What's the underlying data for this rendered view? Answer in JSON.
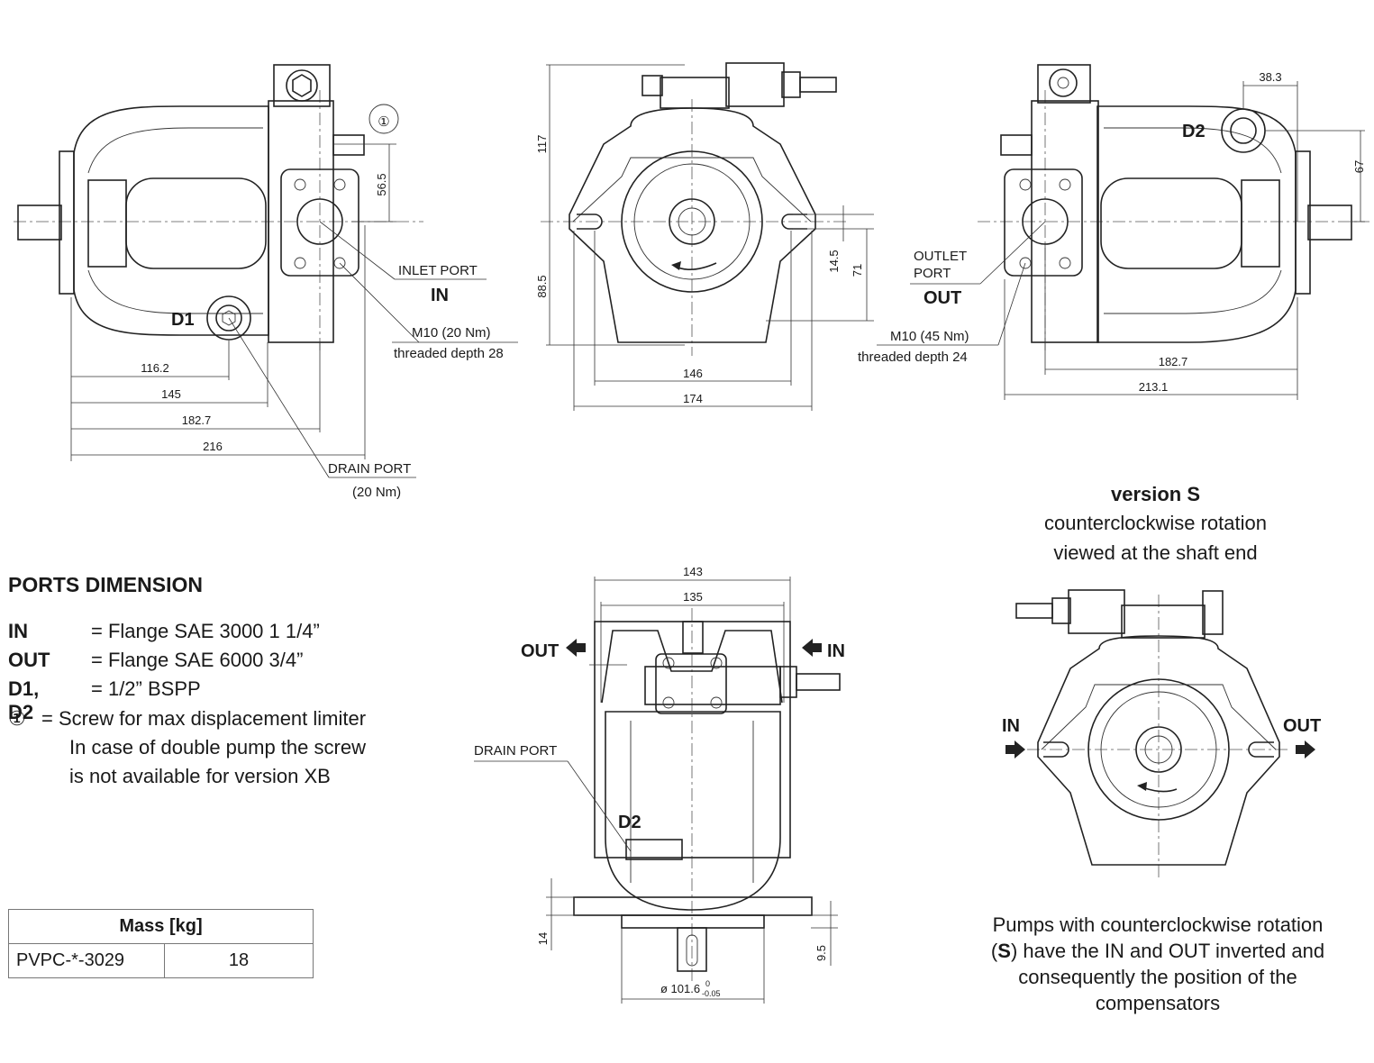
{
  "side_view_left": {
    "callout_number": "①",
    "d1_label": "D1",
    "inlet_label": "INLET PORT",
    "inlet_code": "IN",
    "bolt_note": "M10 (20 Nm)",
    "bolt_depth": "threaded depth 28",
    "drain_label": "DRAIN PORT",
    "drain_torque": "(20 Nm)",
    "dims": [
      "56.5",
      "116.2",
      "145",
      "182.7",
      "216"
    ]
  },
  "front_view": {
    "dims": [
      "117",
      "88.5",
      "14.5",
      "71",
      "146",
      "174"
    ]
  },
  "side_view_right": {
    "d2_label": "D2",
    "outlet_label_1": "OUTLET",
    "outlet_label_2": "PORT",
    "outlet_code": "OUT",
    "bolt_note": "M10 (45 Nm)",
    "bolt_depth": "threaded depth 24",
    "dims": [
      "38.3",
      "67",
      "182.7",
      "213.1"
    ]
  },
  "top_view": {
    "out_label": "OUT",
    "in_label": "IN",
    "drain_label": "DRAIN PORT",
    "d2_label": "D2",
    "dims": [
      "143",
      "135",
      "14",
      "9.5"
    ],
    "diameter": "ø 101.6",
    "tol_upper": "0",
    "tol_lower": "-0.05"
  },
  "version_s": {
    "title": "version S",
    "line1": "counterclockwise rotation",
    "line2": "viewed at the shaft end",
    "in_label": "IN",
    "out_label": "OUT",
    "caption_1_pre": "Pumps with counterclockwise rotation",
    "caption_2_pre": "(",
    "caption_2_bold": "S",
    "caption_2_post": ") have the IN and OUT inverted and",
    "caption_3": "consequently the position of the",
    "caption_4": "compensators"
  },
  "ports_dimension": {
    "title": "PORTS DIMENSION",
    "rows": [
      {
        "key": "IN",
        "value": "= Flange SAE 3000 1 1/4”"
      },
      {
        "key": "OUT",
        "value": "= Flange SAE 6000 3/4”"
      },
      {
        "key": "D1, D2",
        "value": "= 1/2” BSPP"
      }
    ],
    "note_symbol": "①",
    "note_lines": [
      "= Screw for max displacement limiter",
      "In case of double pump the screw",
      "is not available for version XB"
    ]
  },
  "mass_table": {
    "header": "Mass [kg]",
    "model": "PVPC-*-3029",
    "mass": "18"
  }
}
